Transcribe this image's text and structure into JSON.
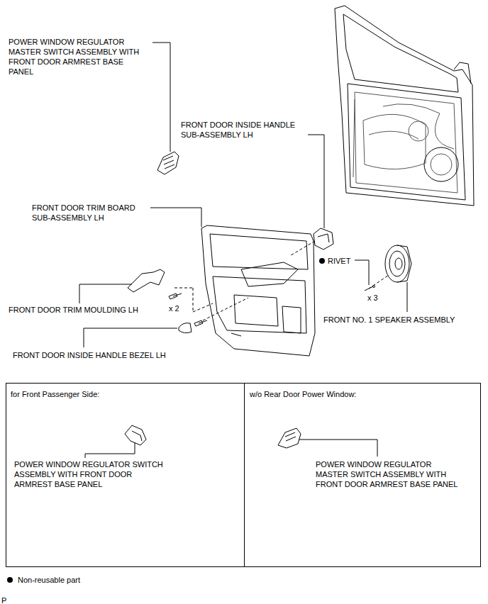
{
  "diagram": {
    "nodes": [
      {
        "text": [
          "for Front Passenger Side:",
          "POWER WINDOW REGULATOR SWITCH ASSEMBLY WITH FRONT DOOR ARMREST BASE PANEL"
        ]
      },
      {
        "text": [
          "w/o Rear Door Power Window:",
          "POWER WINDOW REGULATOR MASTER SWITCH ASSEMBLY WITH FRONT DOOR ARMREST BASE PANEL"
        ]
      }
    ],
    "labels": [
      "POWER WINDOW REGULATOR MASTER SWITCH ASSEMBLY WITH FRONT DOOR ARMREST BASE PANEL",
      "FRONT DOOR INSIDE HANDLE SUB-ASSEMBLY LH",
      "FRONT DOOR TRIM BOARD SUB-ASSEMBLY LH",
      "RIVET",
      "x 3",
      "FRONT DOOR TRIM MOULDING LH",
      "x 2",
      "FRONT NO. 1 SPEAKER ASSEMBLY",
      "FRONT DOOR INSIDE HANDLE BEZEL LH",
      "P"
    ],
    "legend": [
      {
        "text": "Non-reusable part"
      }
    ]
  }
}
